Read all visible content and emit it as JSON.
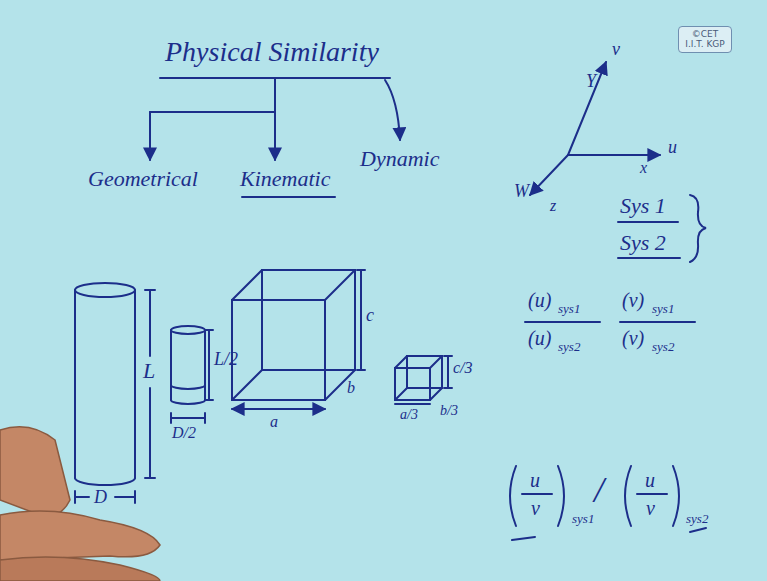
{
  "diagram": {
    "title": "Physical Similarity",
    "nodes": [
      {
        "text": [
          "©CET I.I.T. KGP"
        ]
      }
    ],
    "labels": [
      "Geometrical",
      "Kinematic",
      "Dynamic",
      "v",
      "Y",
      "u",
      "x",
      "W",
      "z",
      "Sys 1",
      "Sys 2",
      "L",
      "D",
      "L/2",
      "D/2",
      "c",
      "a",
      "b",
      "c/3",
      "a/3",
      "b/3",
      "(u)",
      "sys1",
      "(u)",
      "sys2",
      "(v)",
      "sys1",
      "(v)",
      "sys2",
      "u",
      "v",
      "sys1",
      "/",
      "u",
      "v",
      "sys2"
    ]
  }
}
